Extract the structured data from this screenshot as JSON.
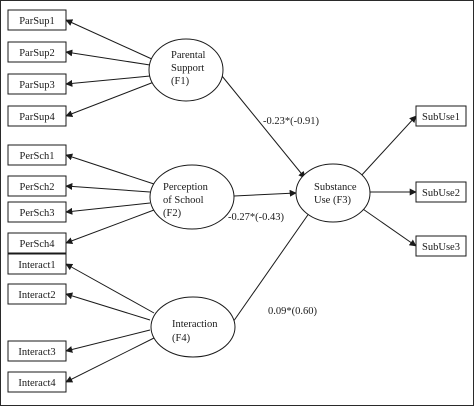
{
  "observed": {
    "parsup1": "ParSup1",
    "parsup2": "ParSup2",
    "parsup3": "ParSup3",
    "parsup4": "ParSup4",
    "persch1": "PerSch1",
    "persch2": "PerSch2",
    "persch3": "PerSch3",
    "persch4": "PerSch4",
    "interact1": "Interact1",
    "interact2": "Interact2",
    "interact3": "Interact3",
    "interact4": "Interact4",
    "subuse1": "SubUse1",
    "subuse2": "SubUse2",
    "subuse3": "SubUse3"
  },
  "latent": {
    "f1": [
      "Parental",
      "Support",
      "(F1)"
    ],
    "f2": [
      "Perception",
      "of School",
      "(F2)"
    ],
    "f3": [
      "Substance",
      "Use (F3)"
    ],
    "f4": [
      "Interaction",
      "(F4)"
    ]
  },
  "paths": {
    "f1_f3": "-0.23*(-0.91)",
    "f2_f3": "-0.27*(-0.43)",
    "f4_f3": "0.09*(0.60)"
  }
}
